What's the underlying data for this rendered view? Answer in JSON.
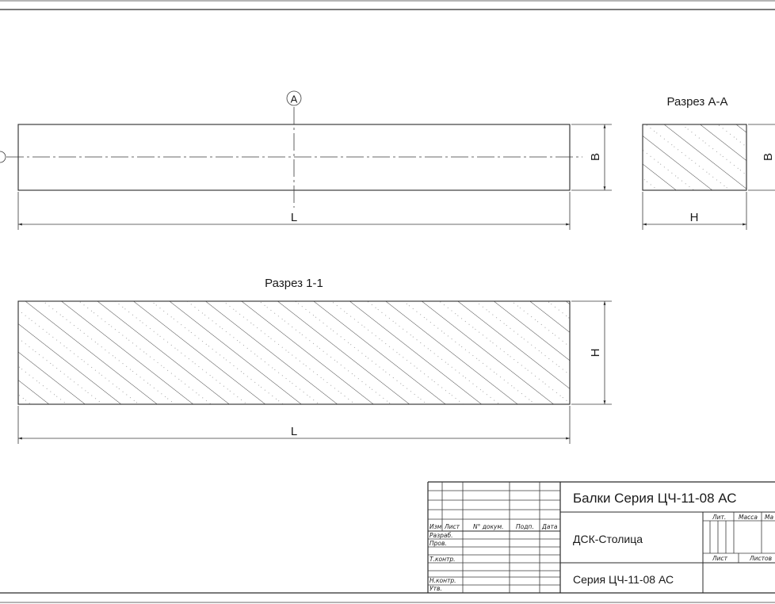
{
  "drawing": {
    "axis_marker_label": "A",
    "section_aa_title": "Разрез А-А",
    "section_11_title": "Разрез 1-1",
    "dims": {
      "length": "L",
      "width": "B",
      "height": "H"
    }
  },
  "title_block": {
    "title": "Балки Серия ЦЧ-11-08 АС",
    "organization": "ДСК-Столица",
    "series": "Серия ЦЧ-11-08 АС",
    "header_cols": [
      "Изм",
      "Лист",
      "N° докум.",
      "Подп.",
      "Дата"
    ],
    "roles": [
      "Разраб.",
      "Пров.",
      "Т.контр.",
      "Н.контр.",
      "Утв."
    ],
    "lit_label": "Лит.",
    "mass_label": "Масса",
    "scale_label": "Ма",
    "sheet_label": "Лист",
    "sheets_label": "Листов"
  },
  "colors": {
    "line": "#2a2a2a",
    "text": "#1a1a1a",
    "background": "#ffffff"
  }
}
